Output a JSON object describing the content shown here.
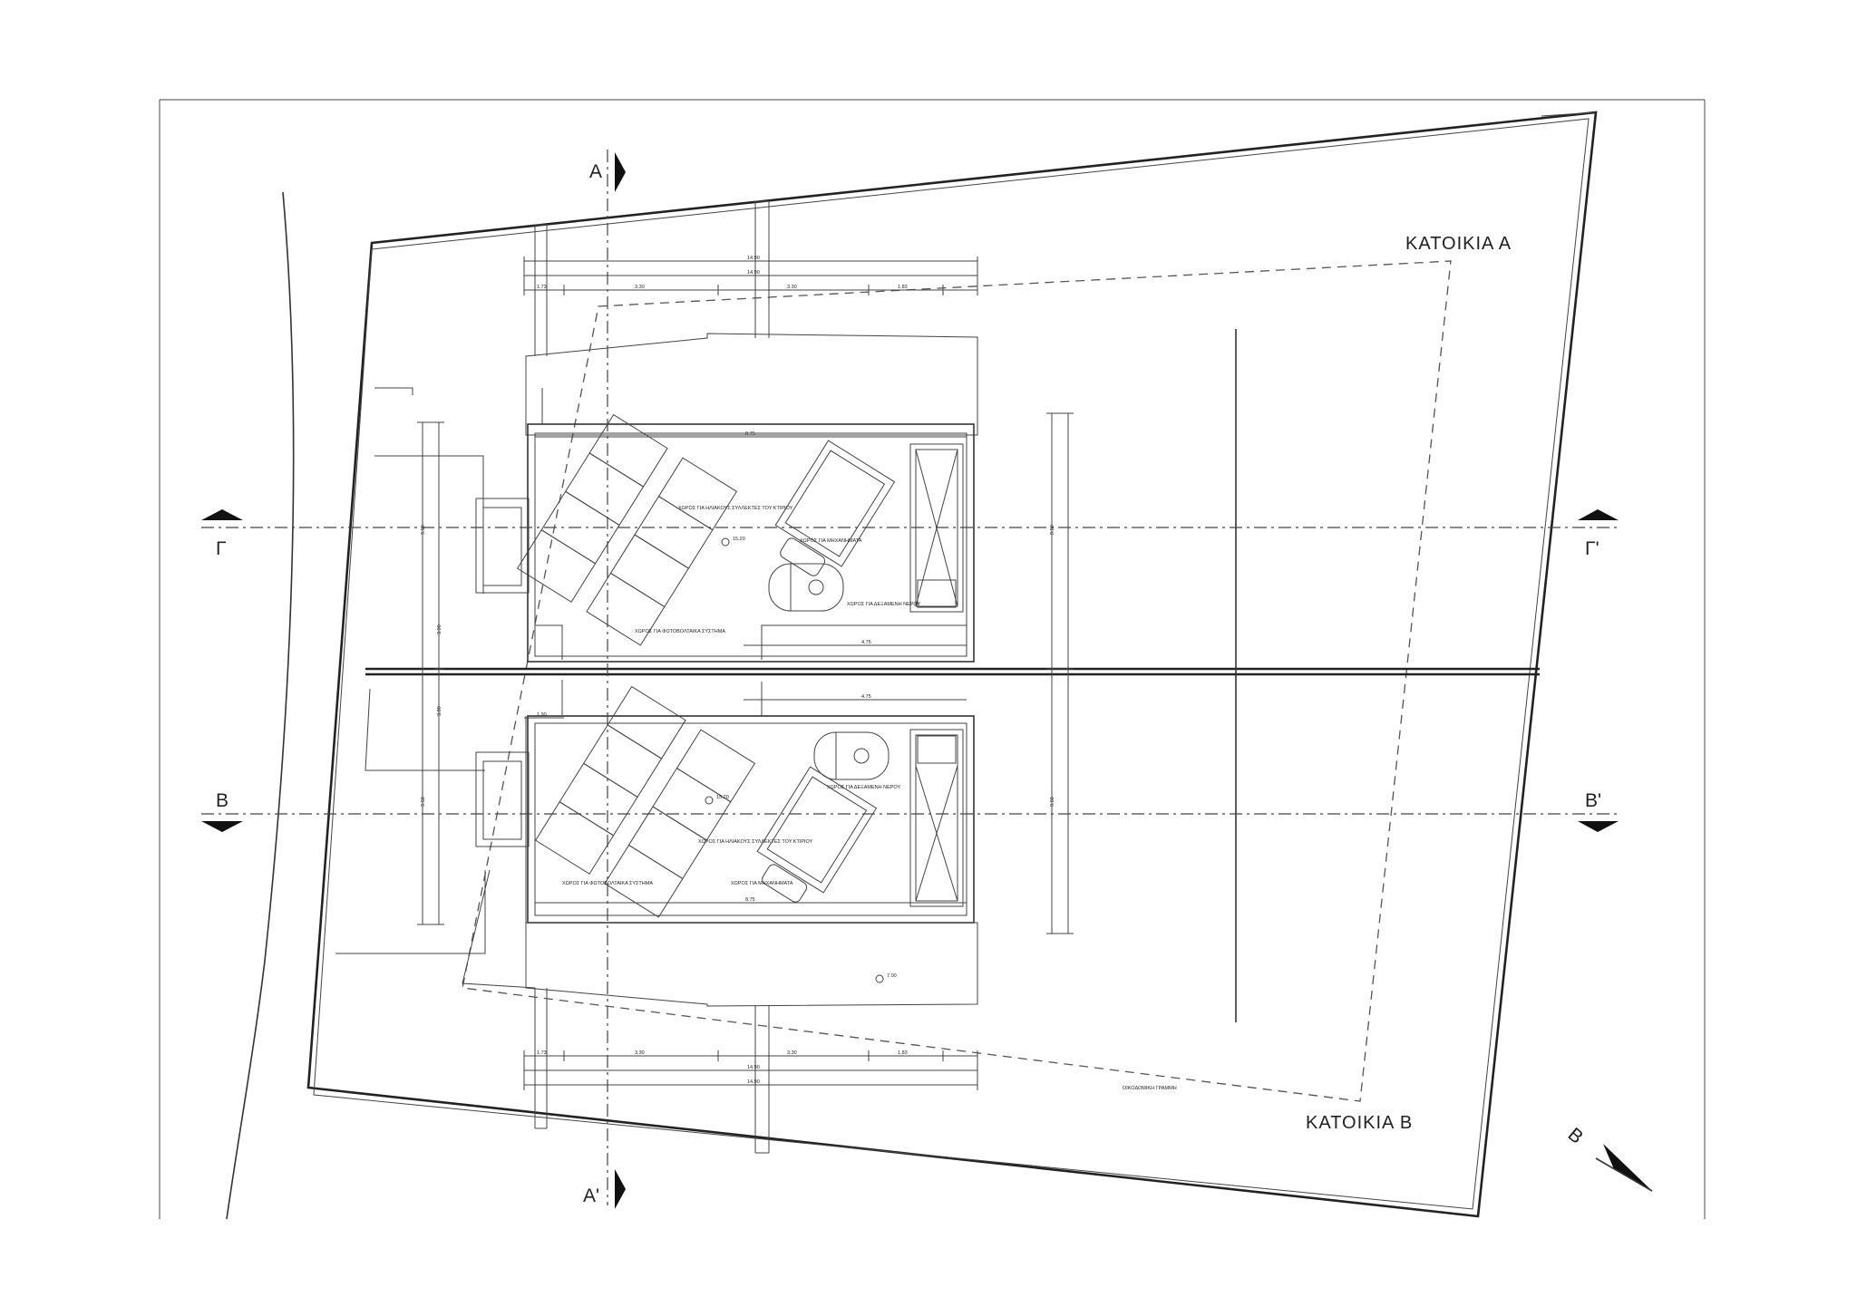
{
  "labels": {
    "house_a": "ΚΑΤΟΙΚΙΑ Α",
    "house_b": "ΚΑΤΟΙΚΙΑ Β",
    "north": "Β"
  },
  "sections": {
    "a_top": "Α",
    "a_bottom": "Α'",
    "g_left": "Γ",
    "g_right": "Γ'",
    "b_left": "Β",
    "b_right": "Β'"
  },
  "dims": {
    "d1": "14.90",
    "d2": "14.90",
    "d3": "1.73",
    "d4": "3.30",
    "d5": "3.30",
    "d6": "1.83",
    "d7": "8.75",
    "d8": "4.75",
    "d9": "4.75",
    "d10": "8.75",
    "d11": "1.90",
    "d12": "1.73",
    "d13": "3.30",
    "d14": "3.30",
    "d15": "1.83",
    "d16": "14.90",
    "d17": "14.90",
    "h1": "9.50",
    "h2": "9.50",
    "h3": "9.50",
    "h4": "9.50",
    "h5": "3.90",
    "h6": "3.90"
  },
  "levels": {
    "l1": "15.20",
    "l2": "15.20",
    "l3": "7.00"
  },
  "notes": {
    "a_collectors": "ΧΩΡΟΣ ΓΙΑ ΗΛΙΑΚΟΥΣ ΣΥΛΛΕΚΤΕΣ ΤΟΥ ΚΤΙΡΙΟΥ",
    "a_tank": "ΧΩΡΟΣ ΓΙΑ ΔΕΞΑΜΕΝΗ ΝΕΡΟΥ",
    "a_unit": "ΧΩΡΟΣ ΓΙΑ ΜΗΧΑΝΗΜΑΤΑ",
    "a_pv": "ΧΩΡΟΣ ΓΙΑ ΦΩΤΟΒΟΛΤΑΙΚΑ ΣΥΣΤΗΜΑ",
    "b_tank": "ΧΩΡΟΣ ΓΙΑ ΔΕΞΑΜΕΝΗ ΝΕΡΟΥ",
    "b_collectors": "ΧΩΡΟΣ ΓΙΑ ΗΛΙΑΚΟΥΣ ΣΥΛΛΕΚΤΕΣ ΤΟΥ ΚΤΙΡΙΟΥ",
    "b_pv": "ΧΩΡΟΣ ΓΙΑ ΦΩΤΟΒΟΛΤΑΙΚΑ ΣΥΣΤΗΜΑ",
    "b_unit": "ΧΩΡΟΣ ΓΙΑ ΜΗΧΑΝΗΜΑΤΑ",
    "building_line": "ΟΙΚΟΔΟΜΙΚΗ ΓΡΑΜΜΗ"
  }
}
